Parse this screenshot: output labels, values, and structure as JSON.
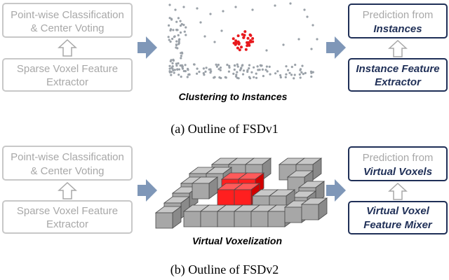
{
  "panel_a": {
    "left_top_box": [
      "Point-wise Classification",
      "& Center Voting"
    ],
    "left_bottom_box": [
      "Sparse Voxel Feature",
      "Extractor"
    ],
    "middle_label": "Clustering to Instances",
    "right_top_box": [
      "Prediction from",
      "Instances"
    ],
    "right_bottom_box": [
      "Instance Feature",
      "Extractor"
    ],
    "caption": "(a) Outline of FSDv1"
  },
  "panel_b": {
    "left_top_box": [
      "Point-wise Classification",
      "& Center Voting"
    ],
    "left_bottom_box": [
      "Sparse Voxel Feature",
      "Extractor"
    ],
    "middle_label": "Virtual Voxelization",
    "right_top_box": [
      "Prediction from",
      "Virtual Voxels"
    ],
    "right_bottom_box": [
      "Virtual Voxel",
      "Feature Mixer"
    ],
    "caption": "(b) Outline of FSDv2"
  },
  "colors": {
    "gray_box_border": "#c8c8c8",
    "gray_text": "#a8a8a8",
    "navy": "#1f2f57",
    "arrow_fill": "#7f97b8",
    "cluster_red": "#e8191d",
    "point_gray": "#9aa1a8",
    "voxel_gray_front": "#a7a7a7",
    "voxel_gray_top": "#c8c8c8",
    "voxel_gray_side": "#8a8a8a",
    "voxel_red_front": "#ff1f1f",
    "voxel_red_top": "#ff5a5a",
    "voxel_red_side": "#d20000"
  }
}
